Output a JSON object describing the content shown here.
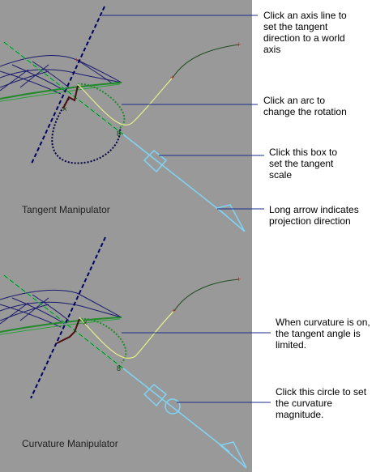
{
  "panels": {
    "tangent": {
      "label": "Tangent Manipulator"
    },
    "curvature": {
      "label": "Curvature Manipulator"
    }
  },
  "callouts": {
    "axis_line": "Click an axis line to\nset the tangent\ndirection to a world\naxis",
    "arc": "Click an arc to\nchange the rotation",
    "box": "Click this box to\nset the tangent\nscale",
    "long_arrow": "Long arrow indicates\nprojection direction",
    "curvature_on": "When curvature is on,\nthe tangent angle is\nlimited.",
    "circle": "Click this circle to set\nthe curvature\nmagnitude."
  },
  "colors": {
    "viewport_bg": "#999999",
    "arrow": "#7fd4f5",
    "tangent_dashed": "#39d96b",
    "surface_lines": "#1a1a6e",
    "surface_green": "#1f8a2a",
    "curve_yellow": "#e6f08a",
    "curve_dark": "#1f4d1f",
    "axis_dark": "#000066",
    "leader_line": "#1a2a8a"
  }
}
